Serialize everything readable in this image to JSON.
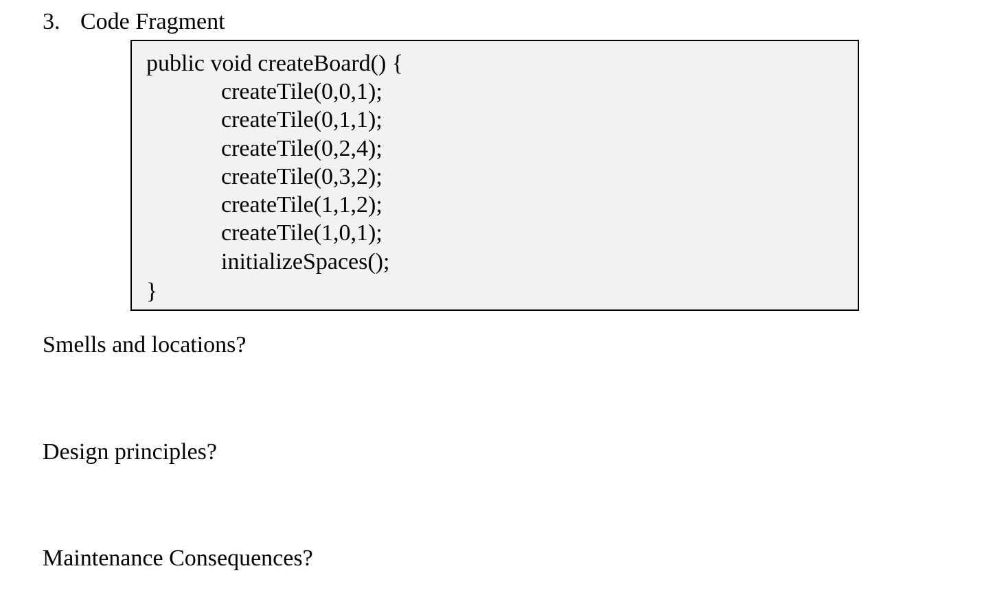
{
  "section": {
    "number": "3.",
    "title": "Code Fragment"
  },
  "code": {
    "signature": "public void createBoard() {",
    "body": [
      "createTile(0,0,1);",
      "createTile(0,1,1);",
      "createTile(0,2,4);",
      "createTile(0,3,2);",
      "createTile(1,1,2);",
      "createTile(1,0,1);",
      "initializeSpaces();"
    ],
    "closing": "}"
  },
  "questions": {
    "smells": "Smells and locations?",
    "principles": "Design principles?",
    "consequences": "Maintenance Consequences?"
  }
}
